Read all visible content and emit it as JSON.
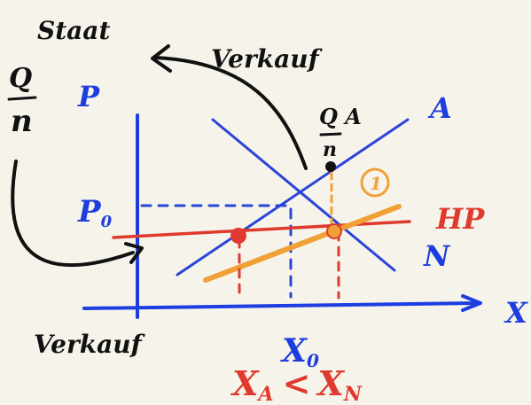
{
  "labels": {
    "staat": "Staat",
    "verkauf_top": "Verkauf",
    "verkauf_bottom": "Verkauf",
    "p_axis": "P",
    "p0": "P",
    "p0_sub": "0",
    "x_axis": "X",
    "x0": "X",
    "x0_sub": "0",
    "supply": "A",
    "demand": "N",
    "world_price": "HP",
    "point_label": "Q A",
    "point_label_frac": "n",
    "circled_number": "1",
    "inequality": "X",
    "inequality_sub_a": "A",
    "inequality_op": "<",
    "inequality_b": "X",
    "inequality_sub_b": "N",
    "left_symbol_top": "Q",
    "left_symbol_frac": "n"
  },
  "colors": {
    "background": "#f6f4ea",
    "axes": "#1e3de0",
    "supply_demand": "#2b44d8",
    "world_price": "#e03a2e",
    "orange_line": "#f0a037",
    "ink": "#111111"
  }
}
